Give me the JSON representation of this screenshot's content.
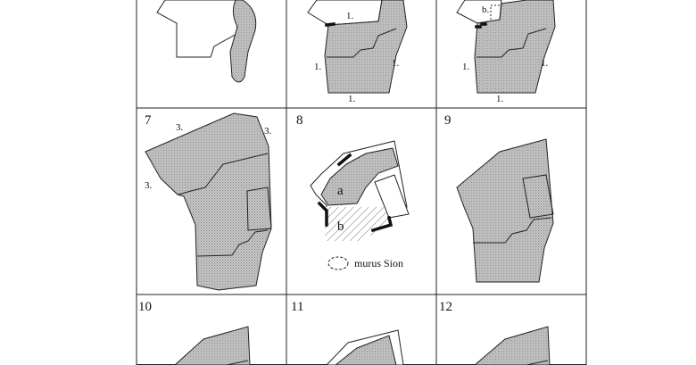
{
  "panels": [
    {
      "number": "",
      "labels": []
    },
    {
      "number": "",
      "labels": [
        "1.",
        "1.",
        "1.",
        "1."
      ]
    },
    {
      "number": "",
      "labels": [
        "b.",
        "1.",
        "1.",
        "1."
      ]
    },
    {
      "number": "7",
      "labels": [
        "3.",
        "3.",
        "3."
      ]
    },
    {
      "number": "8",
      "labels": [
        "a",
        "b"
      ]
    },
    {
      "number": "9",
      "labels": []
    },
    {
      "number": "10",
      "labels": []
    },
    {
      "number": "11",
      "labels": []
    },
    {
      "number": "12",
      "labels": []
    }
  ],
  "legend": {
    "label": "murus Sion"
  },
  "colors": {
    "line": "#222222",
    "shade": "#bdbdbd",
    "background": "#ffffff"
  }
}
